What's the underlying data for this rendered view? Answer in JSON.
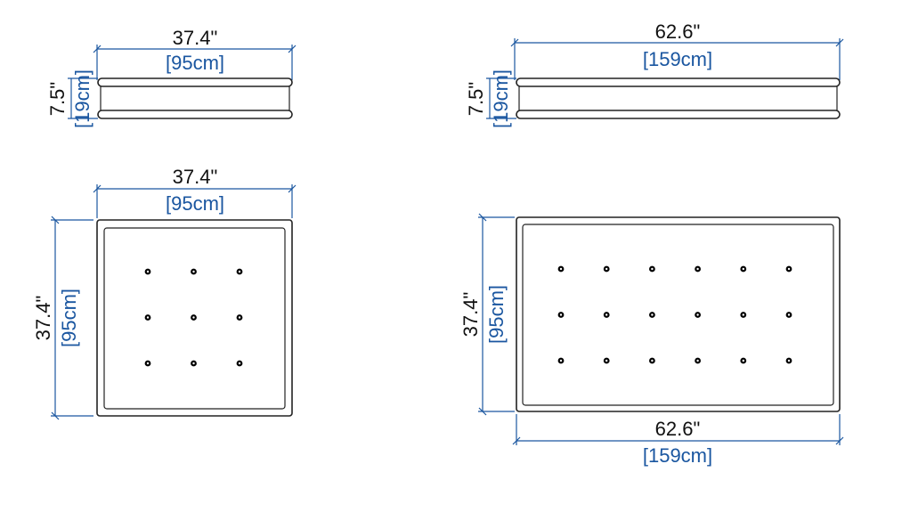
{
  "colors": {
    "dimension": "#1a56a0",
    "outline": "#222222",
    "text": "#111111"
  },
  "side_view_small": {
    "width_in": "37.4\"",
    "width_cm": "[95cm]",
    "height_in": "7.5\"",
    "height_cm": "[19cm]"
  },
  "side_view_large": {
    "width_in": "62.6\"",
    "width_cm": "[159cm]",
    "height_in": "7.5\"",
    "height_cm": "[19cm]"
  },
  "top_view_small": {
    "width_in": "37.4\"",
    "width_cm": "[95cm]",
    "depth_in": "37.4\"",
    "depth_cm": "[95cm]",
    "tufting_rows": 3,
    "tufting_cols": 3
  },
  "top_view_large": {
    "width_in": "62.6\"",
    "width_cm": "[159cm]",
    "depth_in": "37.4\"",
    "depth_cm": "[95cm]",
    "tufting_rows": 3,
    "tufting_cols": 6
  }
}
